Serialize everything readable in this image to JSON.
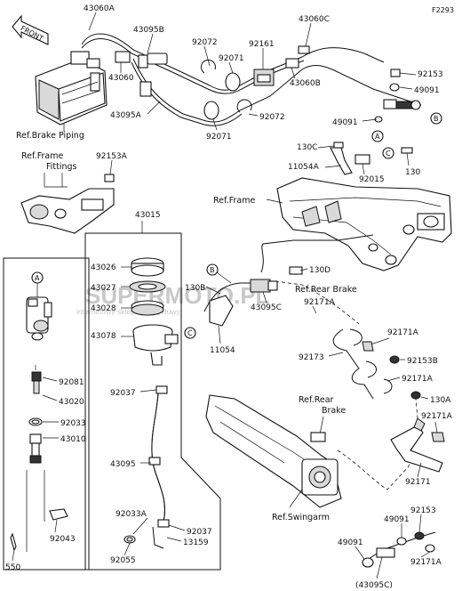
{
  "diagram_code": "F2293",
  "front_label": "FRONT",
  "watermark": {
    "brand": "SUPERMOTO.PL",
    "subtitle": "internetowy sklep motocyklowy"
  },
  "references": {
    "brake_piping": "Ref.Brake Piping",
    "frame_fittings_line1": "Ref.Frame",
    "frame_fittings_line2": "Fittings",
    "frame": "Ref.Frame",
    "rear_brake_right": "Ref.Rear Brake",
    "rear_brake_line1": "Ref.Rear",
    "rear_brake_line2": "Brake",
    "swingarm": "Ref.Swingarm"
  },
  "callouts": {
    "A": "A",
    "B": "B",
    "C": "C"
  },
  "part_numbers": {
    "p43060A": "43060A",
    "p43095B": "43095B",
    "p92072_top": "92072",
    "p92071_top": "92071",
    "p92161": "92161",
    "p43060C": "43060C",
    "p43060": "43060",
    "p43060B": "43060B",
    "p92153": "92153",
    "p49091_top": "49091",
    "p43095A": "43095A",
    "p92071_mid": "92071",
    "p92072_mid": "92072",
    "p49091_mid": "49091",
    "p130C": "130C",
    "p11054A": "11054A",
    "p92015": "92015",
    "p130_right": "130",
    "p92153A": "92153A",
    "p43015": "43015",
    "p43026": "43026",
    "p43027": "43027",
    "p43028": "43028",
    "p130B": "130B",
    "p130D": "130D",
    "p92171A_a": "92171A",
    "p43095C": "43095C",
    "p11054": "11054",
    "p43078": "43078",
    "p92171A_b": "92171A",
    "p92173": "92173",
    "p92153B": "92153B",
    "p92171A_c": "92171A",
    "p92037_a": "92037",
    "p92081": "92081",
    "p43020": "43020",
    "p92033": "92033",
    "p43010": "43010",
    "p43095": "43095",
    "p130A": "130A",
    "p92171A_d": "92171A",
    "p92171": "92171",
    "p92033A": "92033A",
    "p92037_b": "92037",
    "p13159": "13159",
    "p92153_low": "92153",
    "p49091_low": "49091",
    "p92043": "92043",
    "p92055": "92055",
    "p550": "550",
    "p49091_bottom": "49091",
    "p43095C_paren": "(43095C)",
    "p92171A_e": "92171A"
  }
}
